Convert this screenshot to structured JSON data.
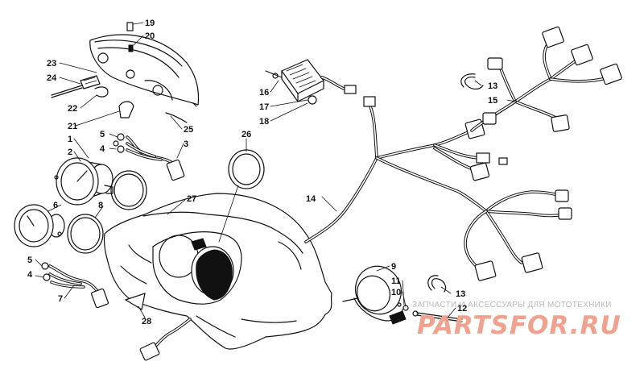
{
  "diagram": {
    "callouts": [
      {
        "num": "1"
      },
      {
        "num": "2"
      },
      {
        "num": "3"
      },
      {
        "num": "4"
      },
      {
        "num": "4"
      },
      {
        "num": "5"
      },
      {
        "num": "5"
      },
      {
        "num": "6"
      },
      {
        "num": "7"
      },
      {
        "num": "8"
      },
      {
        "num": "9"
      },
      {
        "num": "10"
      },
      {
        "num": "11"
      },
      {
        "num": "12"
      },
      {
        "num": "13"
      },
      {
        "num": "13"
      },
      {
        "num": "14"
      },
      {
        "num": "15"
      },
      {
        "num": "16"
      },
      {
        "num": "17"
      },
      {
        "num": "18"
      },
      {
        "num": "19"
      },
      {
        "num": "20"
      },
      {
        "num": "21"
      },
      {
        "num": "22"
      },
      {
        "num": "23"
      },
      {
        "num": "24"
      },
      {
        "num": "25"
      },
      {
        "num": "26"
      },
      {
        "num": "27"
      },
      {
        "num": "28"
      }
    ]
  },
  "watermark": {
    "subtitle": "ЗАПЧАСТИ И АКСЕССУАРЫ ДЛЯ МОТОТЕХНИКИ",
    "brand": "PARTSFOR.RU",
    "brand_color": "#f0a28e",
    "subtitle_color": "#b9b9b9"
  }
}
